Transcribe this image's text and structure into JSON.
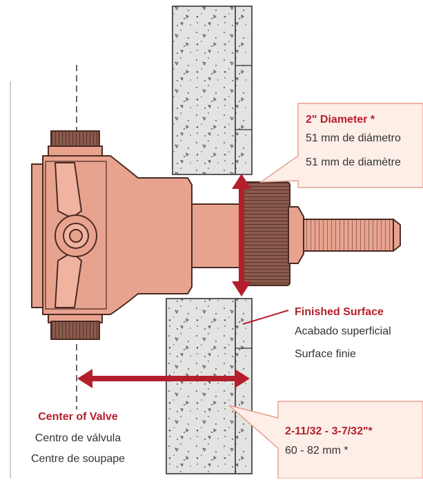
{
  "colors": {
    "accent": "#b41e2c",
    "valve_body": "#e8a38f",
    "valve_outline": "#4a2a22",
    "thread_dark": "#6e4a3e",
    "wall_fill": "#e3e3e1",
    "callout_fill": "#fdeee8",
    "callout_stroke": "#e6a08c"
  },
  "icons": {
    "diameter_arrow": "double-arrow-vertical-icon",
    "depth_arrow": "double-arrow-horizontal-icon"
  },
  "labels": {
    "diameter": {
      "title": "2\" Diameter *",
      "line1": "51 mm de diámetro",
      "line2": "51 mm de diamètre"
    },
    "finished_surface": {
      "title": "Finished Surface",
      "line1": "Acabado superficial",
      "line2": "Surface finie"
    },
    "center_of_valve": {
      "title": "Center of Valve",
      "line1": "Centro de válvula",
      "line2": "Centre de soupape"
    },
    "depth": {
      "title": "2-11/32 - 3-7/32\"*",
      "line1": "60 - 82 mm *"
    }
  }
}
